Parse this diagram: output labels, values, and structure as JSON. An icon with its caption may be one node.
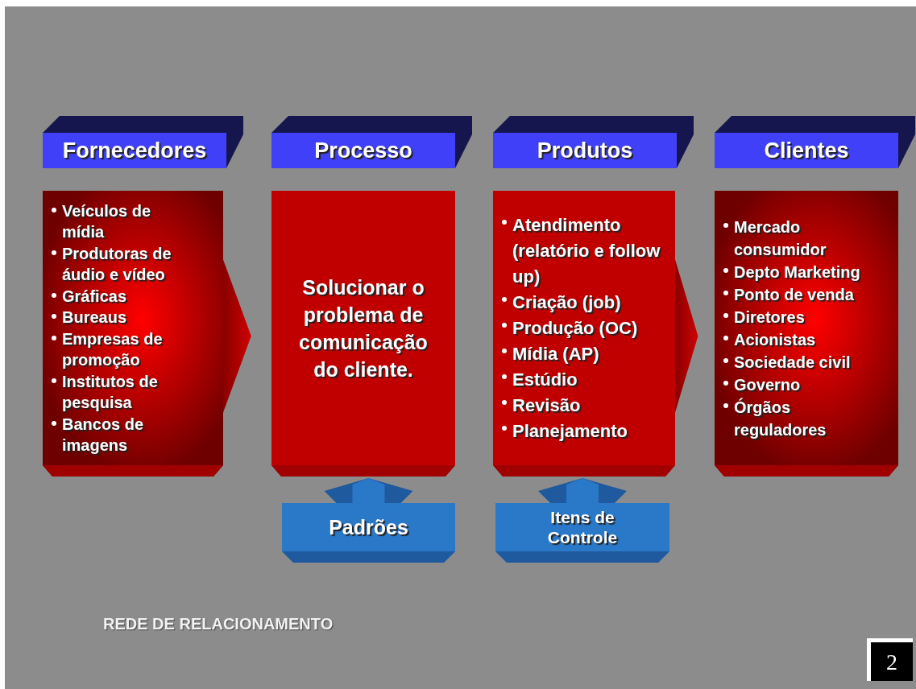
{
  "diagram": {
    "nodes": [
      {
        "text": [
          "Fornecedores"
        ]
      },
      {
        "text": [
          "Processo"
        ]
      },
      {
        "text": [
          "Produtos"
        ]
      },
      {
        "text": [
          "Clientes"
        ]
      },
      {
        "text": [
          "Veículos de mídia",
          "Produtoras de áudio e vídeo",
          "Gráficas",
          "Bureaus",
          "Empresas de promoção",
          "Institutos de pesquisa",
          "Bancos de imagens"
        ]
      },
      {
        "text": [
          "Solucionar o problema de comunicação do cliente."
        ]
      },
      {
        "text": [
          "Atendimento (relatório e follow up)",
          "Criação (job)",
          "Produção (OC)",
          "Mídia (AP)",
          "Estúdio",
          "Revisão",
          "Planejamento"
        ]
      },
      {
        "text": [
          "Mercado consumidor",
          "Depto Marketing",
          "Ponto de venda",
          "Diretores",
          "Acionistas",
          "Sociedade civil",
          "Governo",
          "Órgãos reguladores"
        ]
      },
      {
        "text": [
          "Padrões"
        ]
      },
      {
        "text": [
          "Itens de Controle"
        ]
      }
    ],
    "edges": [
      {
        "from": 4,
        "to": 5,
        "arrow": "to"
      },
      {
        "from": 6,
        "to": 7,
        "arrow": "to"
      },
      {
        "from": 8,
        "to": 5,
        "arrow": "to"
      },
      {
        "from": 9,
        "to": 6,
        "arrow": "to"
      }
    ],
    "labels": [
      "REDE DE RELACIONAMENTO",
      "2"
    ]
  }
}
